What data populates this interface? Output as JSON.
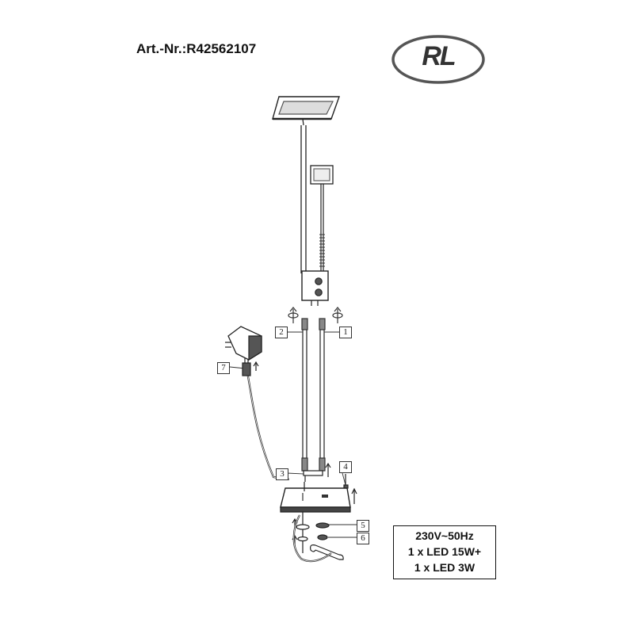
{
  "header": {
    "article_number": "Art.-Nr.:R42562107",
    "brand_logo_text": "RL"
  },
  "callouts": [
    {
      "id": "1",
      "label": "1"
    },
    {
      "id": "2",
      "label": "2"
    },
    {
      "id": "3",
      "label": "3"
    },
    {
      "id": "4",
      "label": "4"
    },
    {
      "id": "5",
      "label": "5"
    },
    {
      "id": "6",
      "label": "6"
    },
    {
      "id": "7",
      "label": "7"
    }
  ],
  "specs": {
    "lines": [
      "230V~50Hz",
      "1 x LED 15W+",
      "1 x LED 3W"
    ]
  },
  "colors": {
    "line": "#222222",
    "logo_gray": "#555555"
  }
}
